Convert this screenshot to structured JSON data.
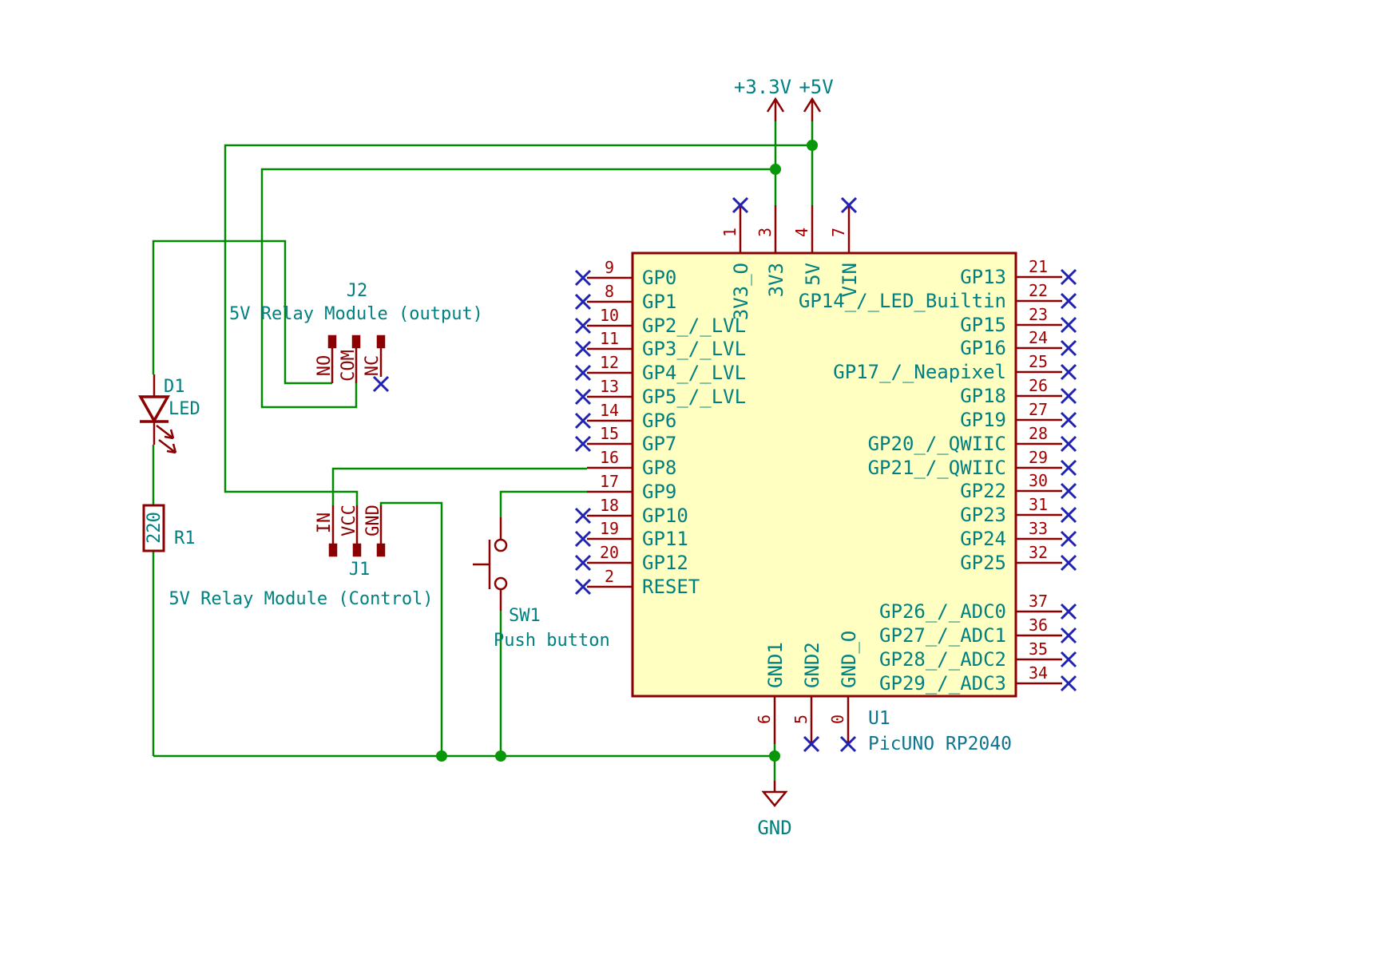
{
  "colors": {
    "wire": "#008A00",
    "junction": "#089708",
    "symbol_outline": "#8B0000",
    "pin_number": "#A00000",
    "pin_name": "#008080",
    "label": "#008080",
    "chip_fill": "#FFFFC2",
    "no_connect": "#2222B2",
    "u1_label": "#0E7490"
  },
  "power_symbols": {
    "v33": {
      "label": "+3.3V"
    },
    "v5": {
      "label": "+5V"
    },
    "gnd": {
      "label": "GND"
    }
  },
  "chip": {
    "reference": "U1",
    "value": "PicUNO RP2040",
    "left_pins": [
      {
        "num": "9",
        "name": "GP0",
        "nc": true
      },
      {
        "num": "8",
        "name": "GP1",
        "nc": true
      },
      {
        "num": "10",
        "name": "GP2_/_LVL",
        "nc": true
      },
      {
        "num": "11",
        "name": "GP3_/_LVL",
        "nc": true
      },
      {
        "num": "12",
        "name": "GP4_/_LVL",
        "nc": true
      },
      {
        "num": "13",
        "name": "GP5_/_LVL",
        "nc": true
      },
      {
        "num": "14",
        "name": "GP6",
        "nc": true
      },
      {
        "num": "15",
        "name": "GP7",
        "nc": true
      },
      {
        "num": "16",
        "name": "GP8",
        "nc": false
      },
      {
        "num": "17",
        "name": "GP9",
        "nc": false
      },
      {
        "num": "18",
        "name": "GP10",
        "nc": true
      },
      {
        "num": "19",
        "name": "GP11",
        "nc": true
      },
      {
        "num": "20",
        "name": "GP12",
        "nc": true
      },
      {
        "num": "2",
        "name": "RESET",
        "nc": true
      }
    ],
    "right_pins": [
      {
        "num": "21",
        "name": "GP13",
        "nc": true
      },
      {
        "num": "22",
        "name": "GP14_/_LED_Builtin",
        "nc": true
      },
      {
        "num": "23",
        "name": "GP15",
        "nc": true
      },
      {
        "num": "24",
        "name": "GP16",
        "nc": true
      },
      {
        "num": "25",
        "name": "GP17_/_Neapixel",
        "nc": true
      },
      {
        "num": "26",
        "name": "GP18",
        "nc": true
      },
      {
        "num": "27",
        "name": "GP19",
        "nc": true
      },
      {
        "num": "28",
        "name": "GP20_/_QWIIC",
        "nc": true
      },
      {
        "num": "29",
        "name": "GP21_/_QWIIC",
        "nc": true
      },
      {
        "num": "30",
        "name": "GP22",
        "nc": true
      },
      {
        "num": "31",
        "name": "GP23",
        "nc": true
      },
      {
        "num": "33",
        "name": "GP24",
        "nc": true
      },
      {
        "num": "32",
        "name": "GP25",
        "nc": true
      },
      {
        "num": "37",
        "name": "GP26_/_ADC0",
        "nc": true
      },
      {
        "num": "36",
        "name": "GP27_/_ADC1",
        "nc": true
      },
      {
        "num": "35",
        "name": "GP28_/_ADC2",
        "nc": true
      },
      {
        "num": "34",
        "name": "GP29_/_ADC3",
        "nc": true
      }
    ],
    "top_pins": [
      {
        "num": "1",
        "name": "3V3_O",
        "nc": true
      },
      {
        "num": "3",
        "name": "3V3",
        "nc": false
      },
      {
        "num": "4",
        "name": "5V",
        "nc": false
      },
      {
        "num": "7",
        "name": "VIN",
        "nc": true
      }
    ],
    "bottom_pins": [
      {
        "num": "6",
        "name": "GND1",
        "nc": false
      },
      {
        "num": "5",
        "name": "GND2",
        "nc": true
      },
      {
        "num": "0",
        "name": "GND_O",
        "nc": true
      }
    ]
  },
  "connector_output": {
    "reference": "J2",
    "value": "5V Relay Module (output)",
    "pin_labels": [
      "NO",
      "COM",
      "NC"
    ]
  },
  "connector_control": {
    "reference": "J1",
    "value": "5V Relay Module (Control)",
    "pin_labels": [
      "IN",
      "VCC",
      "GND"
    ]
  },
  "led": {
    "reference": "D1",
    "value": "LED"
  },
  "resistor": {
    "reference": "R1",
    "value": "220"
  },
  "push_button": {
    "reference": "SW1",
    "value": "Push button"
  }
}
